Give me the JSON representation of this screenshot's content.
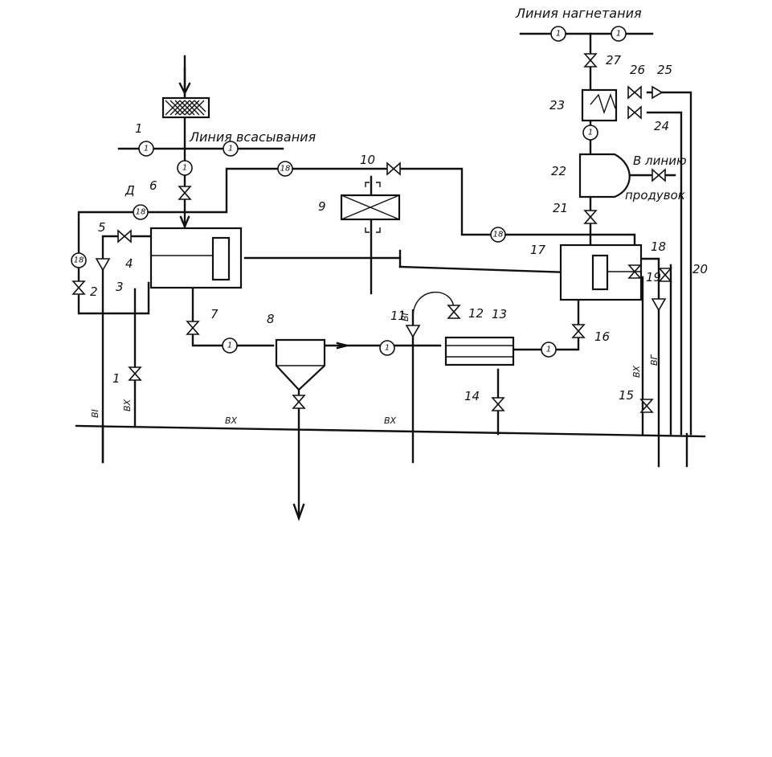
{
  "lines": {
    "suction": "Линия всасывания",
    "discharge": "Линия нагнетания",
    "purge_1": "В линию",
    "purge_2": "продувок"
  },
  "pipe_codes": {
    "c1": "1",
    "c18": "18",
    "d": "Д",
    "vkh": "ВХ",
    "vg": "ВГ",
    "vi": "ВI"
  },
  "items": {
    "n1": "1",
    "n2": "2",
    "n3": "3",
    "n4": "4",
    "n5": "5",
    "n6": "6",
    "n7": "7",
    "n8": "8",
    "n9": "9",
    "n10": "10",
    "n11": "11",
    "n12": "12",
    "n13": "13",
    "n14": "14",
    "n15": "15",
    "n16": "16",
    "n17": "17",
    "n18": "18",
    "n19": "19",
    "n20": "20",
    "n21": "21",
    "n22": "22",
    "n23": "23",
    "n24": "24",
    "n25": "25",
    "n26": "26",
    "n27": "27"
  }
}
